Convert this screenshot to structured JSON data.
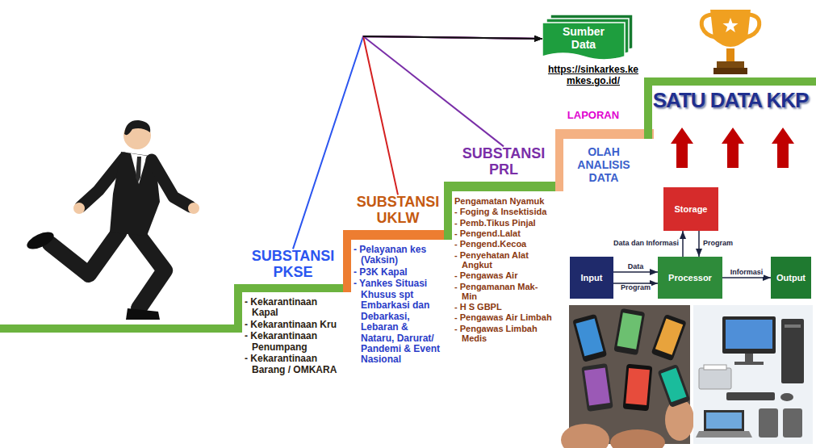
{
  "diagram": {
    "nodes": [
      {
        "text": [
          "SUBSTANSI PKSE",
          "- Kekarantinaan Kapal",
          "- Kekarantinaan Kru",
          "- Kekarantinaan Penumpang",
          "- Kekarantinaan Barang / OMKARA"
        ]
      },
      {
        "text": [
          "SUBSTANSI UKLW",
          "- Pelayanan kes (Vaksin)",
          "- P3K Kapal",
          "- Yankes Situasi Khusus spt Embarkasi dan Debarkasi, Lebaran & Nataru, Darurat/ Pandemi & Event Nasional"
        ]
      },
      {
        "text": [
          "SUBSTANSI PRL",
          "Pengamatan Nyamuk",
          "- Foging & Insektisida",
          "- Pemb.Tikus Pinjal",
          "- Pengend.Lalat",
          "- Pengend.Kecoa",
          "- Penyehatan Alat Angkut",
          "- Pengawas Air",
          "- Pengamanan Mak-Min",
          "- H S GBPL",
          "- Pengawas Air Limbah",
          "- Pengawas Limbah Medis"
        ]
      },
      {
        "text": [
          "Sumber Data"
        ]
      },
      {
        "text": [
          "Storage"
        ]
      },
      {
        "text": [
          "Input"
        ]
      },
      {
        "text": [
          "Processor"
        ]
      },
      {
        "text": [
          "Output"
        ]
      }
    ],
    "edges": [
      {
        "from": 0,
        "to": 3,
        "arrow": "to"
      },
      {
        "from": 1,
        "to": 3,
        "arrow": "to"
      },
      {
        "from": 2,
        "to": 3,
        "arrow": "to"
      },
      {
        "from": 5,
        "to": 6,
        "label": "Data",
        "arrow": "to"
      },
      {
        "from": 5,
        "to": 6,
        "label": "Program",
        "arrow": "to"
      },
      {
        "from": 6,
        "to": 7,
        "label": "Informasi",
        "arrow": "to"
      },
      {
        "from": 6,
        "to": 4,
        "label": "Data dan Informasi",
        "arrow": "to"
      },
      {
        "from": 4,
        "to": 6,
        "label": "Program",
        "arrow": "to"
      }
    ],
    "labels": [
      "https://sinkarkes.kemkes.go.id/",
      "LAPORAN",
      "OLAH ANALISIS DATA",
      "SATU DATA KKP"
    ]
  }
}
